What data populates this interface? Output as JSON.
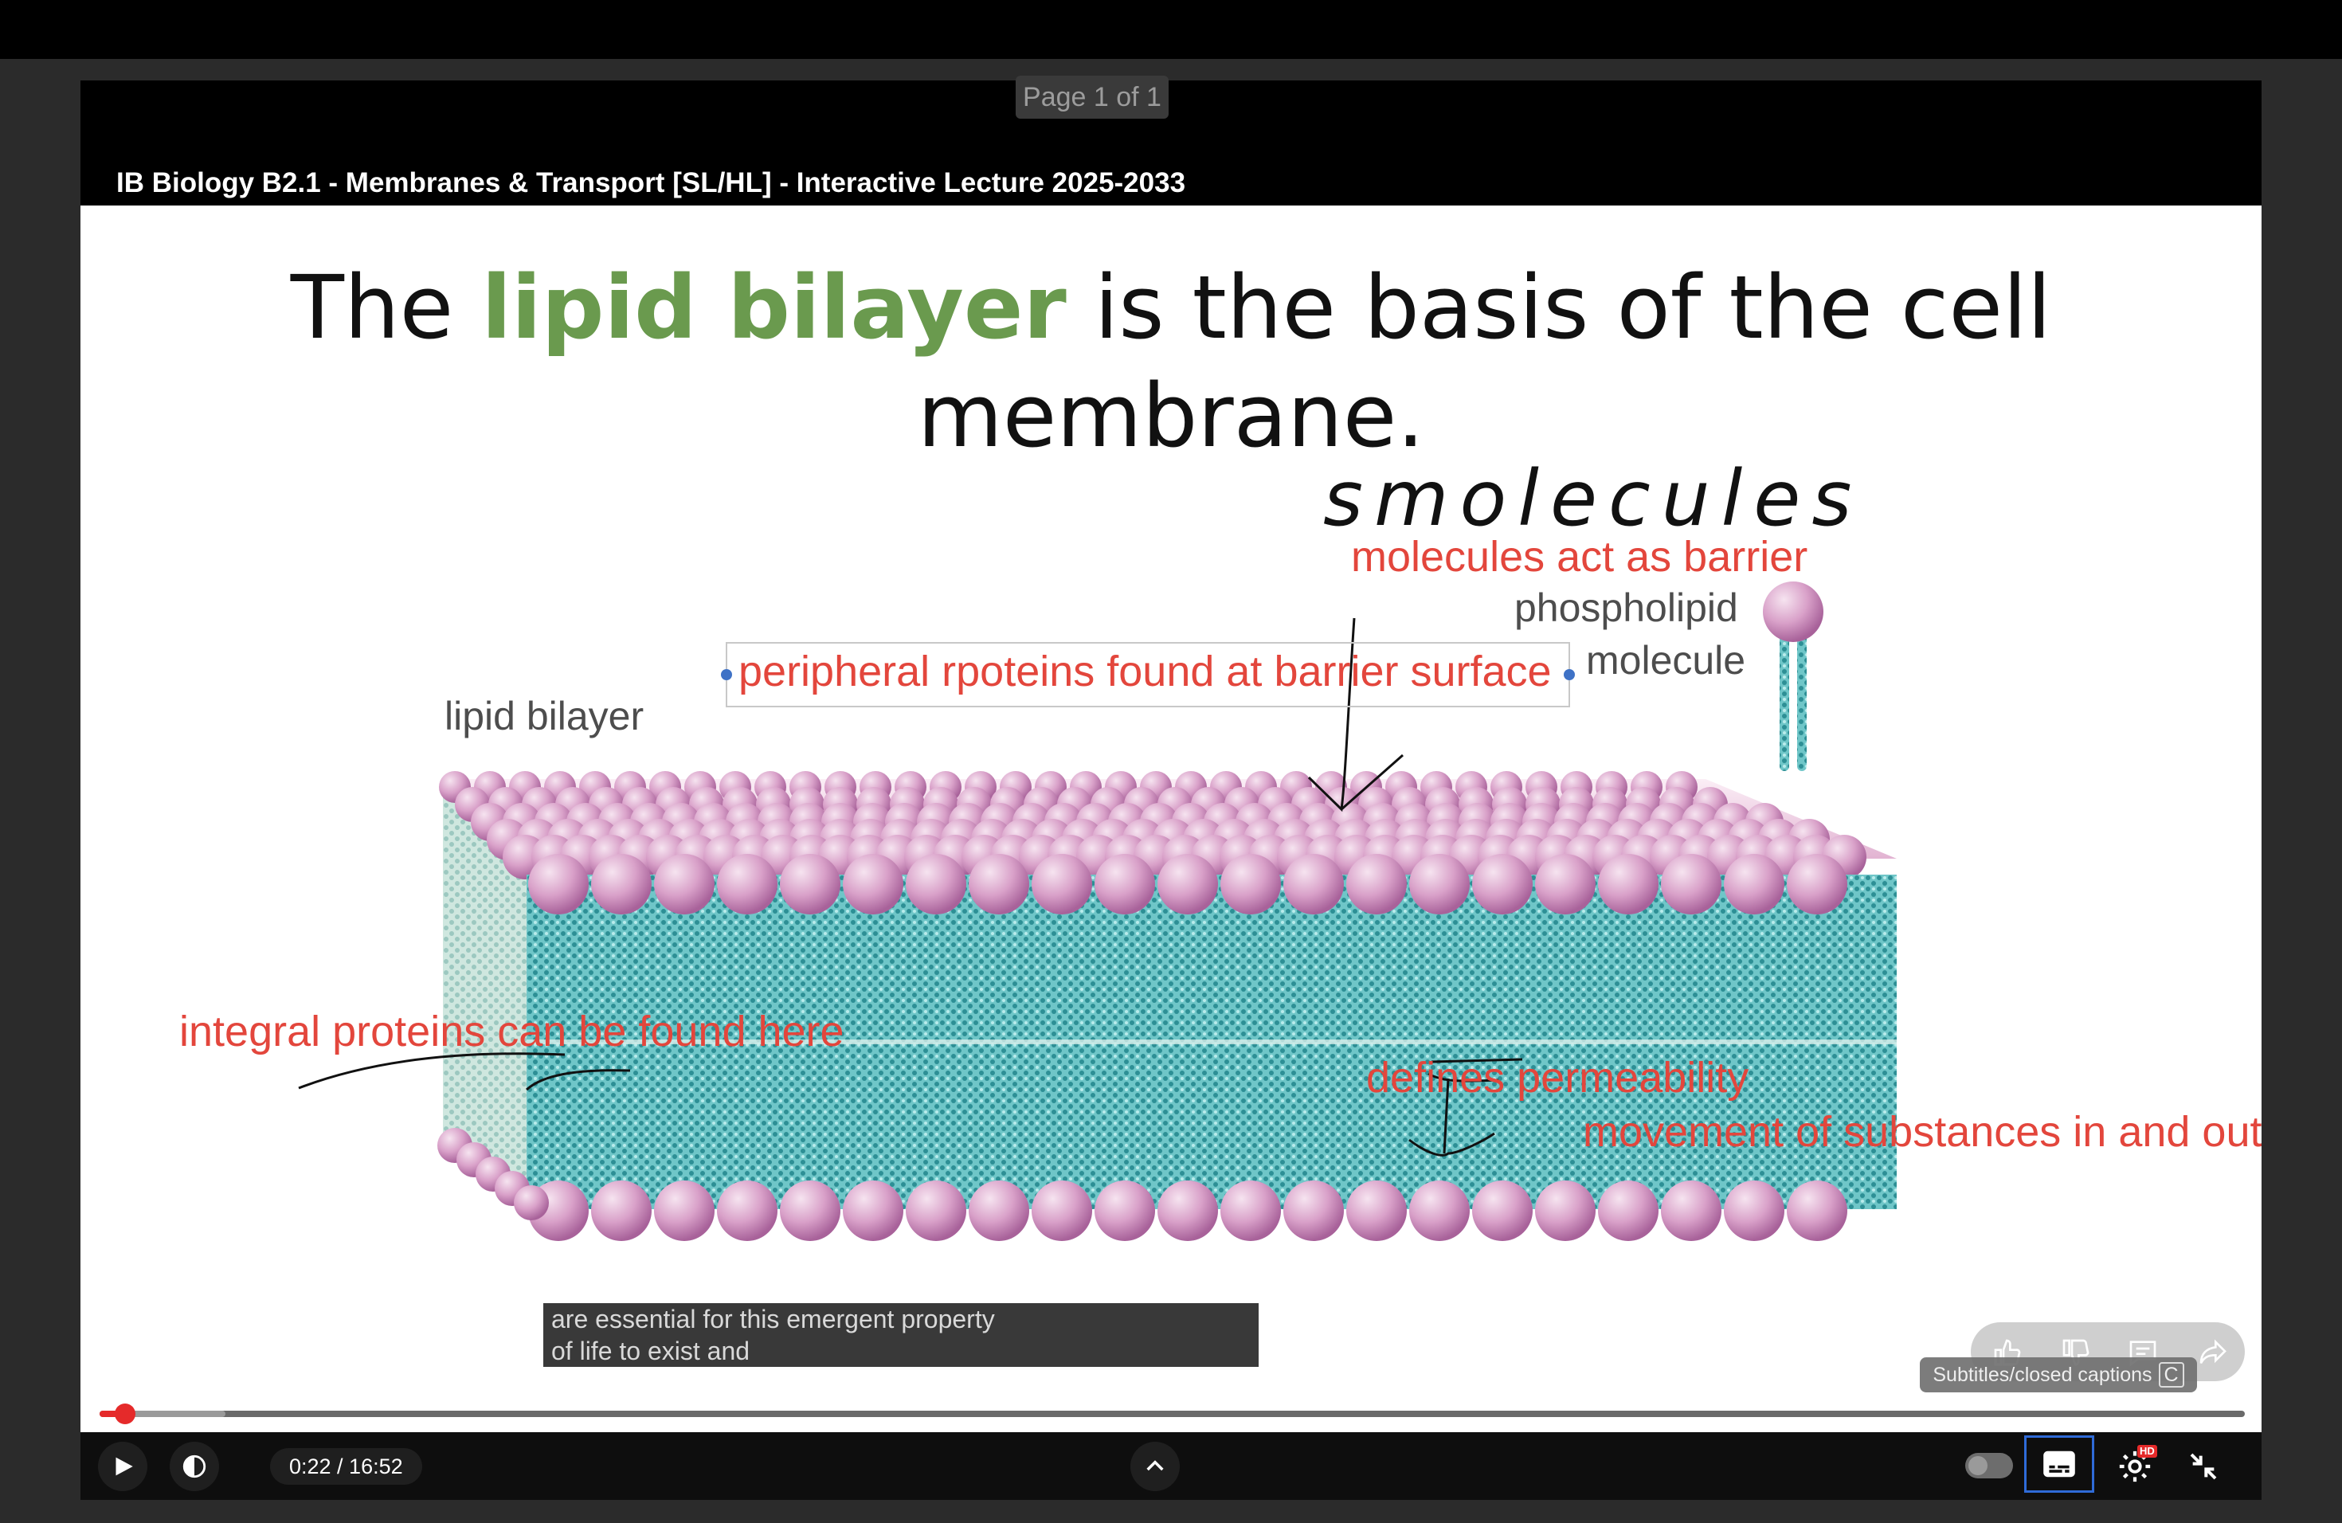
{
  "page_indicator": "Page 1 of 1",
  "video_title": "IB Biology B2.1 - Membranes & Transport [SL/HL] - Interactive Lecture 2025-2033",
  "slide": {
    "title_before": "The ",
    "title_highlight": "lipid bilayer",
    "title_after": " is the basis of the cell",
    "title_line2": "membrane.",
    "label_lipid_bilayer": "lipid bilayer",
    "label_phospholipid_line1": "phospholipid",
    "label_phospholipid_line2": "molecule"
  },
  "annotations": {
    "handwritten": "smolecules",
    "molecules_barrier": "molecules act as barrier",
    "peripheral": "peripheral rpoteins found at barrier surface",
    "integral": "integral proteins can be found here",
    "permeability": "defines permeability",
    "movement": "movement of substances in and out"
  },
  "captions": {
    "line1": "are essential for this emergent property",
    "line2": "of life to exist and"
  },
  "player": {
    "time": "0:22 / 16:52",
    "progress": 0.012,
    "tooltip": "Subtitles/closed captions",
    "tooltip_key": "C",
    "hd_badge": "HD"
  },
  "colors": {
    "accent_red": "#e52a2a",
    "annotation_red": "#e3463c",
    "title_green": "#6a9a4e"
  },
  "icons": [
    "play-icon",
    "volume-icon",
    "chevron-up-icon",
    "autoplay-toggle-icon",
    "subtitles-icon",
    "settings-icon",
    "exit-fullscreen-icon",
    "like-icon",
    "dislike-icon",
    "comment-icon",
    "share-icon"
  ]
}
